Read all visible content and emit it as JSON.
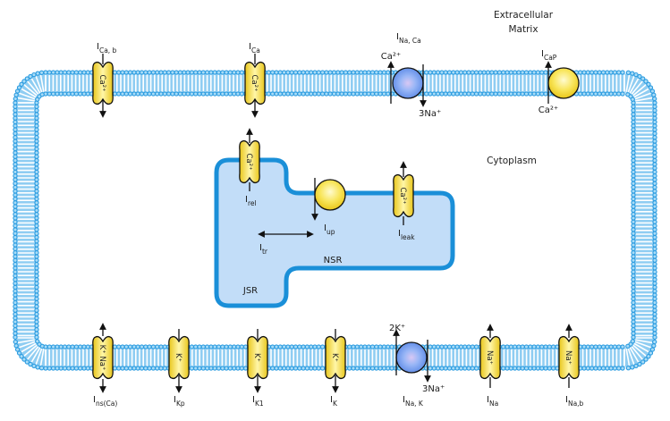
{
  "regions": {
    "extracellular_line1": "Extracellular",
    "extracellular_line2": "Matrix",
    "cytoplasm": "Cytoplasm",
    "nsr": "NSR",
    "jsr": "JSR"
  },
  "colors": {
    "membrane_blue": "#2a9be0",
    "membrane_light": "#7cc4ee",
    "channel_yellow": "#f5dc3c",
    "channel_highlight": "#fff7b0",
    "exchanger_blue": "#6d9cf0",
    "sr_fill": "#c2ddf8",
    "sr_stroke": "#1a8fd8"
  },
  "top_membrane": [
    {
      "id": "ica_b",
      "type": "channel",
      "ion": "Ca²⁺",
      "label_main": "I",
      "label_sub": "Ca, b",
      "direction": "in"
    },
    {
      "id": "ica",
      "type": "channel",
      "ion": "Ca²⁺",
      "label_main": "I",
      "label_sub": "Ca",
      "direction": "in"
    },
    {
      "id": "inaca",
      "type": "exchanger",
      "label_main": "I",
      "label_sub": "Na, Ca",
      "out_ion": "Ca²⁺",
      "in_ion": "3Na⁺"
    },
    {
      "id": "icap",
      "type": "pump",
      "label_main": "I",
      "label_sub": "CaP",
      "in_ion": "Ca²⁺"
    }
  ],
  "bottom_membrane": [
    {
      "id": "ins_ca",
      "type": "channel",
      "ion": "K⁺ Na⁺",
      "label_main": "I",
      "label_sub": "ns(Ca)",
      "direction": "both"
    },
    {
      "id": "ikp",
      "type": "channel",
      "ion": "K⁺",
      "label_main": "I",
      "label_sub": "Kp",
      "direction": "out"
    },
    {
      "id": "ik1",
      "type": "channel",
      "ion": "K⁺",
      "label_main": "I",
      "label_sub": "K1",
      "direction": "out"
    },
    {
      "id": "ik",
      "type": "channel",
      "ion": "K⁺",
      "label_main": "I",
      "label_sub": "K",
      "direction": "out"
    },
    {
      "id": "inak",
      "type": "exchanger",
      "label_main": "I",
      "label_sub": "Na, K",
      "out_ion": "2K⁺",
      "in_ion": "3Na⁺"
    },
    {
      "id": "ina",
      "type": "channel",
      "ion": "Na⁺",
      "label_main": "I",
      "label_sub": "Na",
      "direction": "in"
    },
    {
      "id": "ina_b",
      "type": "channel",
      "ion": "Na⁺",
      "label_main": "I",
      "label_sub": "Na,b",
      "direction": "in"
    }
  ],
  "sr": {
    "irel": {
      "ion": "Ca²⁺",
      "label_main": "I",
      "label_sub": "rel"
    },
    "iup": {
      "label_main": "I",
      "label_sub": "up"
    },
    "ileak": {
      "ion": "Ca²⁺",
      "label_main": "I",
      "label_sub": "leak"
    },
    "itr": {
      "label_main": "I",
      "label_sub": "tr"
    }
  }
}
